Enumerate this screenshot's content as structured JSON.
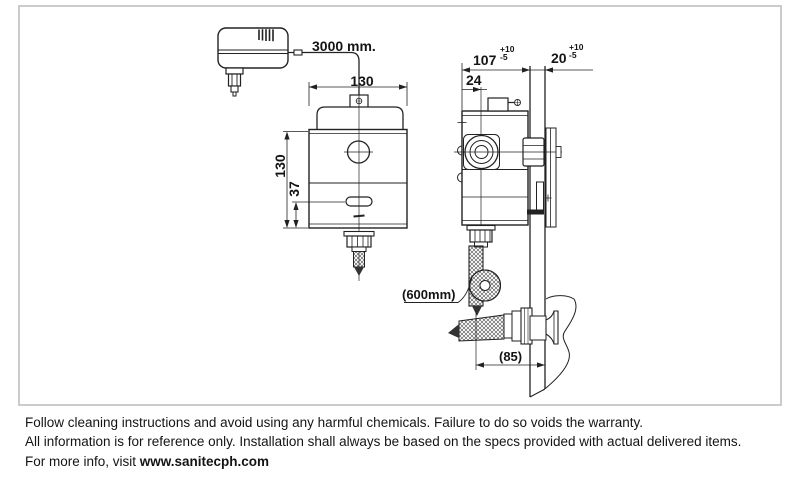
{
  "diagram": {
    "cable_length_label": "3000 mm.",
    "front_width": "130",
    "front_height": "130",
    "sensor_offset": "37",
    "body_depth": "107",
    "body_depth_tol_plus": "+10",
    "body_depth_tol_minus": "-5",
    "wall_thickness": "20",
    "wall_thickness_tol_plus": "+10",
    "wall_thickness_tol_minus": "-5",
    "cover_depth": "24",
    "hose_length": "(600mm)",
    "spout_to_wall": "(85)"
  },
  "footer": {
    "line1": "Follow cleaning instructions and avoid using any harmful chemicals. Failure to do so voids the warranty.",
    "line2": "All information is for reference only. Installation shall always be based on the specs provided with actual delivered items.",
    "line3_prefix": "For more info, visit ",
    "website": "www.sanitecph.com"
  }
}
